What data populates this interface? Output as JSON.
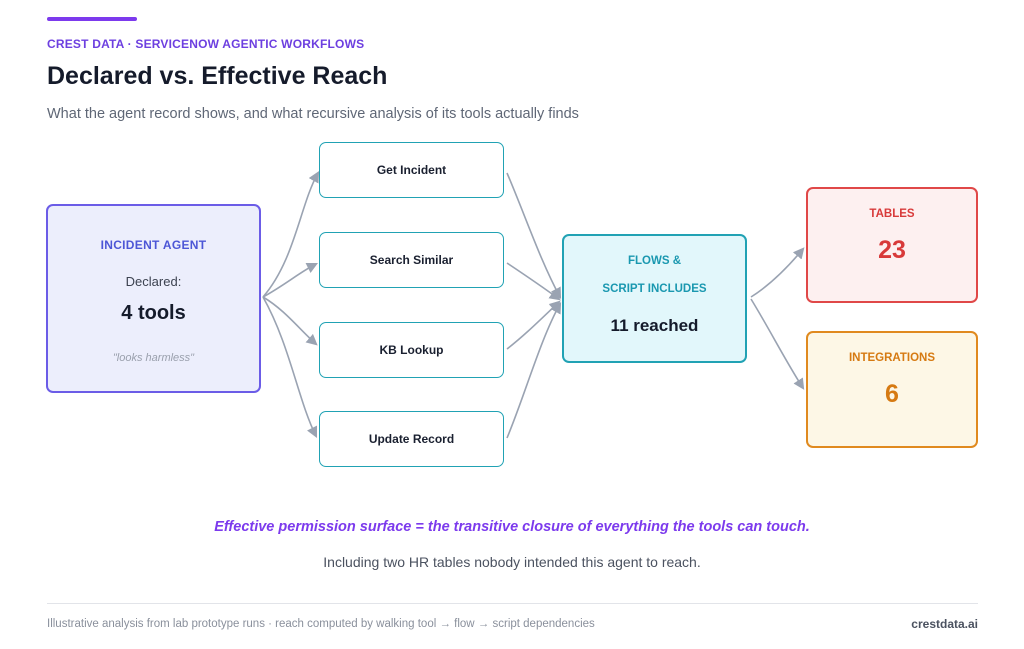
{
  "header": {
    "eyebrow": "CREST DATA · SERVICENOW AGENTIC WORKFLOWS",
    "title": "Declared vs. Effective Reach",
    "subtitle": "What the agent record shows, and what recursive analysis of its tools actually finds"
  },
  "agent": {
    "title": "INCIDENT AGENT",
    "declared_label": "Declared:",
    "declared_count": "4 tools",
    "note": "\"looks harmless\""
  },
  "tools": [
    {
      "label": "Get Incident"
    },
    {
      "label": "Search Similar"
    },
    {
      "label": "KB Lookup"
    },
    {
      "label": "Update Record"
    }
  ],
  "flows": {
    "line1": "FLOWS &",
    "line2": "SCRIPT INCLUDES",
    "count": "11 reached"
  },
  "outputs": {
    "tables": {
      "label": "TABLES",
      "value": "23"
    },
    "integrations": {
      "label": "INTEGRATIONS",
      "value": "6"
    }
  },
  "summary": {
    "headline": "Effective permission surface = the transitive closure of everything the tools can touch.",
    "subline": "Including two HR tables nobody intended this agent to reach."
  },
  "footer": {
    "note": "Illustrative analysis from lab prototype runs · reach computed by walking tool → flow → script dependencies",
    "brand": "crestdata.ai"
  },
  "colors": {
    "accent": "#7c3aed",
    "agent_border": "#6b5ce7",
    "tool_border": "#21a2b4",
    "tables": "#e04848",
    "integrations": "#e08a1f",
    "arrow": "#9aa3b2"
  }
}
